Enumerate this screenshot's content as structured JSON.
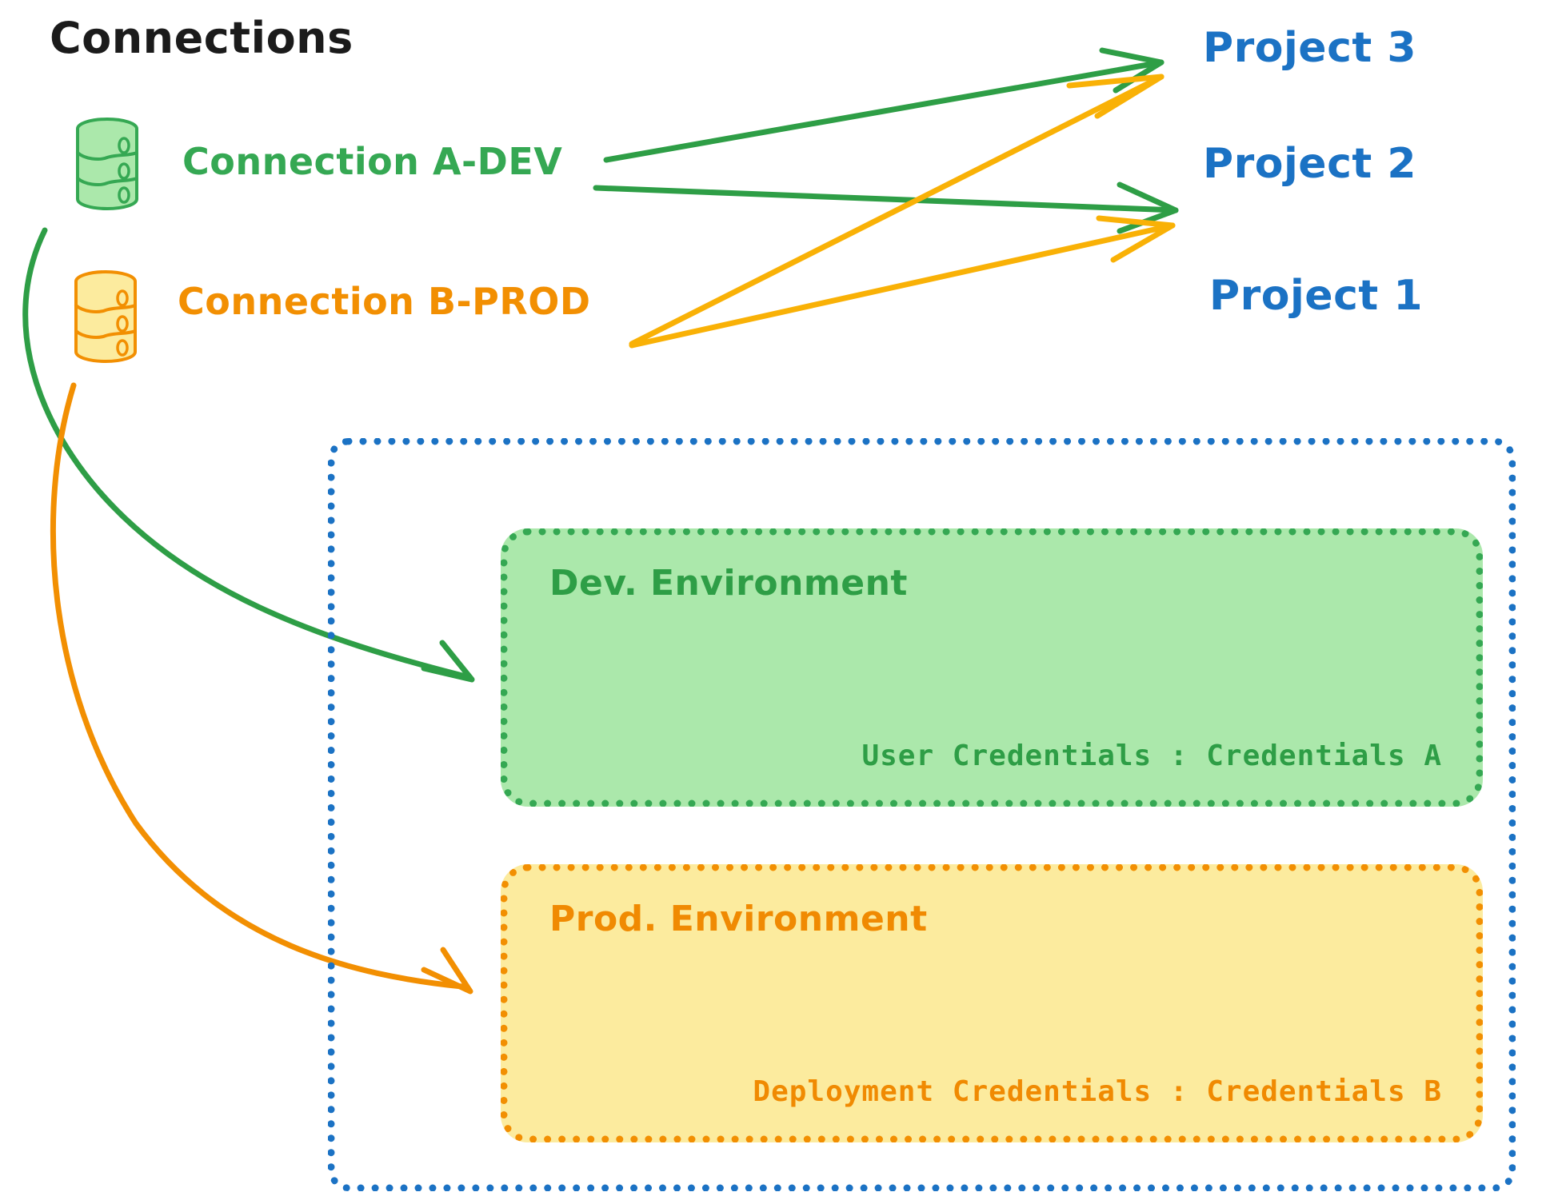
{
  "diagram": {
    "title": "Connections",
    "connections": [
      {
        "id": "conn-a-dev",
        "label": "Connection A-DEV",
        "color": "#35a853",
        "icon": "database-icon",
        "targets": [
          "Project 3",
          "Project 2",
          "Dev. Environment"
        ]
      },
      {
        "id": "conn-b-prod",
        "label": "Connection B-PROD",
        "color": "#f28f02",
        "icon": "database-icon",
        "targets": [
          "Project 3",
          "Project 2",
          "Prod. Environment"
        ]
      }
    ],
    "projects": [
      {
        "id": "project-3",
        "label": "Project 3",
        "color": "#1b72c4"
      },
      {
        "id": "project-2",
        "label": "Project 2",
        "color": "#1b72c4"
      },
      {
        "id": "project-1",
        "label": "Project 1",
        "color": "#1b72c4"
      }
    ],
    "project1_container": {
      "label": "Project 1",
      "border_color": "#1b72c4",
      "environments": [
        {
          "id": "dev-environment",
          "title": "Dev. Environment",
          "credentials_label": "User Credentials",
          "credentials_value": "Credentials A",
          "credentials_line": "User Credentials : Credentials A",
          "fill": "#abe8ab",
          "border_color": "#35a853",
          "text_color": "#2e9e46"
        },
        {
          "id": "prod-environment",
          "title": "Prod. Environment",
          "credentials_label": "Deployment Credentials",
          "credentials_value": "Credentials B",
          "credentials_line": "Deployment Credentials : Credentials B",
          "fill": "#fceb9e",
          "border_color": "#f28f02",
          "text_color": "#f08a02"
        }
      ]
    },
    "colors": {
      "green": "#35a853",
      "green_fill": "#abe8ab",
      "orange": "#f28f02",
      "orange_fill": "#fceb9e",
      "blue": "#1b72c4",
      "black": "#1b1b1b",
      "background": "#ffffff"
    }
  }
}
